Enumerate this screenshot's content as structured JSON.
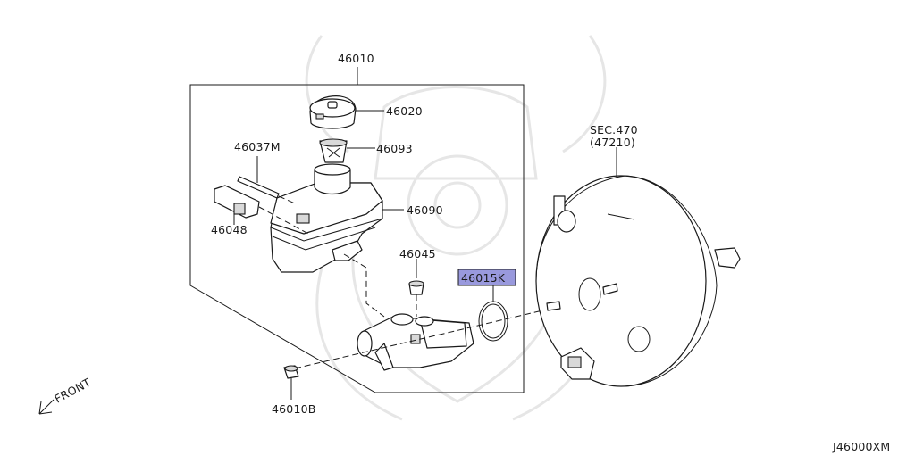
{
  "diagram": {
    "highlight_color": "#9999dd",
    "labels": {
      "assembly": "46010",
      "cap": "46020",
      "strainer": "46093",
      "pin": "46037M",
      "reservoir": "46090",
      "sensor": "46048",
      "grommet": "46045",
      "oring": "46015K",
      "nut": "46010B",
      "sec_ref": "SEC.470",
      "sec_part": "(47210)",
      "front": "FRONT",
      "drawing_code": "J46000XM"
    },
    "icons": [
      "front-arrow-icon",
      "watermark-crest-icon"
    ]
  }
}
